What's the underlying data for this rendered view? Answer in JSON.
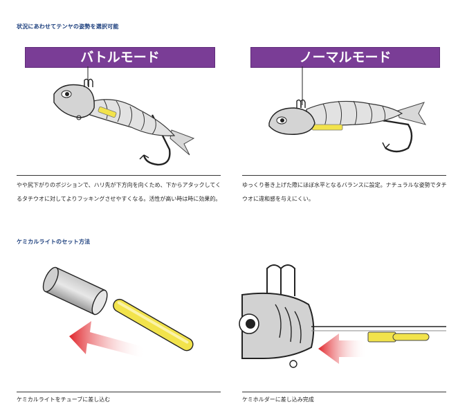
{
  "section1": {
    "title": "状況にあわせてテンヤの姿勢を選択可能",
    "battle": {
      "label": "バトルモード",
      "description": "やや尻下がりのポジションで、ハリ先が下方向を向くため、下からアタックしてくるタチウオに対してよりフッキングさせやすくなる。活性が高い時は時に効果的。"
    },
    "normal": {
      "label": "ノーマルモード",
      "description": "ゆっくり巻き上げた際にほぼ水平となるバランスに設定。ナチュラルな姿勢でタチウオに違和感を与えにくい。"
    }
  },
  "section2": {
    "title": "ケミカルライトのセット方法",
    "step1_caption": "ケミカルライトをチューブに差し込む",
    "step2_caption": "ケミホルダーに差し込み完成"
  },
  "colors": {
    "banner_purple": "#7a3d96",
    "title_blue": "#1a3d7c",
    "light_yellow": "#f2e34c",
    "arrow_red": "#e0242a"
  }
}
